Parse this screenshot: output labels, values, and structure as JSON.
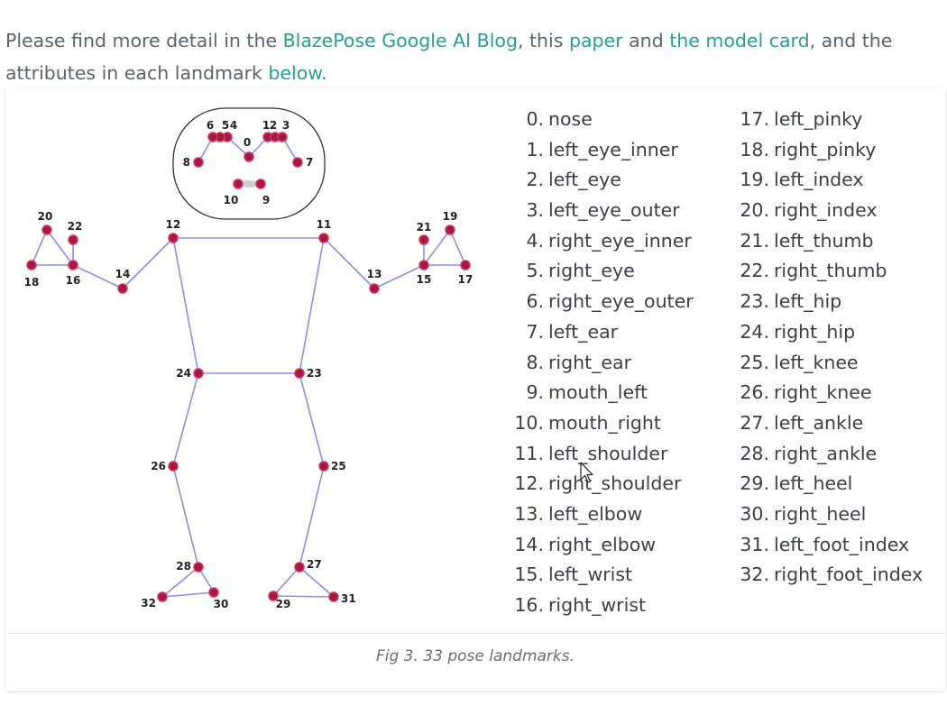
{
  "intro": {
    "text_1": "Please find more detail in the ",
    "link_blog": "BlazePose Google AI Blog",
    "text_2": ", this ",
    "link_paper": "paper",
    "text_3": " and ",
    "link_model_card": "the model card",
    "text_4": ", and the attributes in each landmark ",
    "link_below": "below",
    "text_5": "."
  },
  "figure": {
    "caption": "Fig 3. 33 pose landmarks."
  },
  "landmarks": [
    {
      "num": "0.",
      "name": "nose"
    },
    {
      "num": "1.",
      "name": "left_eye_inner"
    },
    {
      "num": "2.",
      "name": "left_eye"
    },
    {
      "num": "3.",
      "name": "left_eye_outer"
    },
    {
      "num": "4.",
      "name": "right_eye_inner"
    },
    {
      "num": "5.",
      "name": "right_eye"
    },
    {
      "num": "6.",
      "name": "right_eye_outer"
    },
    {
      "num": "7.",
      "name": "left_ear"
    },
    {
      "num": "8.",
      "name": "right_ear"
    },
    {
      "num": "9.",
      "name": "mouth_left"
    },
    {
      "num": "10.",
      "name": "mouth_right"
    },
    {
      "num": "11.",
      "name": "left_shoulder"
    },
    {
      "num": "12.",
      "name": "right_shoulder"
    },
    {
      "num": "13.",
      "name": "left_elbow"
    },
    {
      "num": "14.",
      "name": "right_elbow"
    },
    {
      "num": "15.",
      "name": "left_wrist"
    },
    {
      "num": "16.",
      "name": "right_wrist"
    },
    {
      "num": "17.",
      "name": "left_pinky"
    },
    {
      "num": "18.",
      "name": "right_pinky"
    },
    {
      "num": "19.",
      "name": "left_index"
    },
    {
      "num": "20.",
      "name": "right_index"
    },
    {
      "num": "21.",
      "name": "left_thumb"
    },
    {
      "num": "22.",
      "name": "right_thumb"
    },
    {
      "num": "23.",
      "name": "left_hip"
    },
    {
      "num": "24.",
      "name": "right_hip"
    },
    {
      "num": "25.",
      "name": "left_knee"
    },
    {
      "num": "26.",
      "name": "right_knee"
    },
    {
      "num": "27.",
      "name": "left_ankle"
    },
    {
      "num": "28.",
      "name": "right_ankle"
    },
    {
      "num": "29.",
      "name": "left_heel"
    },
    {
      "num": "30.",
      "name": "right_heel"
    },
    {
      "num": "31.",
      "name": "left_foot_index"
    },
    {
      "num": "32.",
      "name": "right_foot_index"
    }
  ],
  "diagram_labels": {
    "0": "0",
    "1": "1",
    "2": "2",
    "3": "3",
    "4": "4",
    "5": "5",
    "6": "6",
    "7": "7",
    "8": "8",
    "9": "9",
    "10": "10",
    "11": "11",
    "12": "12",
    "13": "13",
    "14": "14",
    "15": "15",
    "16": "16",
    "17": "17",
    "18": "18",
    "19": "19",
    "20": "20",
    "21": "21",
    "22": "22",
    "23": "23",
    "24": "24",
    "25": "25",
    "26": "26",
    "27": "27",
    "28": "28",
    "29": "29",
    "30": "30",
    "31": "31",
    "32": "32"
  },
  "colors": {
    "link": "#2a9d8f",
    "joint_fill": "#a31a4a",
    "joint_stroke": "#d43a55",
    "bone": "#8f8ee2",
    "head_outline": "#333333"
  }
}
